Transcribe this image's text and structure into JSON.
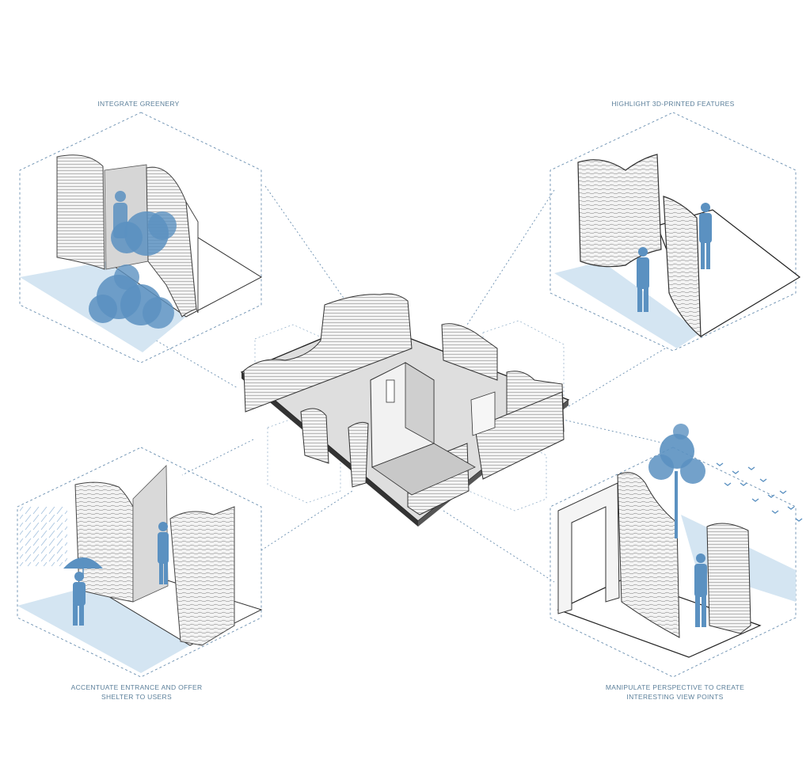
{
  "captions": {
    "top_left": "INTEGRATE GREENERY",
    "top_right": "HIGHLIGHT 3D-PRINTED FEATURES",
    "bottom_left_line1": "ACCENTUATE ENTRANCE AND OFFER",
    "bottom_left_line2": "SHELTER TO USERS",
    "bottom_right_line1": "MANIPULATE PERSPECTIVE TO CREATE",
    "bottom_right_line2": "INTERESTING VIEW POINTS"
  },
  "colors": {
    "accent_blue": "#5b91c1",
    "floor_blue": "#d4e5f2",
    "dashed_line": "#6a8fb0",
    "wall_gray": "#e8e8e8",
    "wall_line": "#444444"
  },
  "icons": [
    "person-silhouette",
    "tree",
    "umbrella",
    "birds",
    "rain"
  ]
}
